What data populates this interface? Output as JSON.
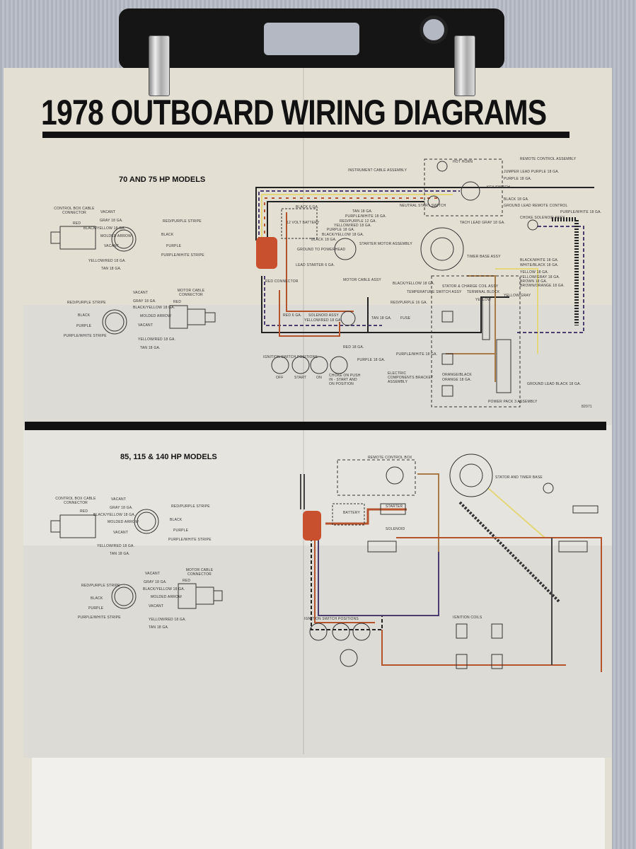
{
  "poster": {
    "title": "1978 OUTBOARD WIRING DIAGRAMS",
    "doc_code": "82071",
    "top_section": {
      "heading": "70 AND 75 HP MODELS",
      "control_box_connector": {
        "title": "CONTROL BOX CABLE CONNECTOR",
        "labels": [
          "RED",
          "VACANT",
          "GRAY 18 GA.",
          "BLACK/YELLOW 18 GA.",
          "MOLDED ARROW",
          "VACANT",
          "YELLOW/RED 18 GA.",
          "TAN 18 GA.",
          "RED/PURPLE STRIPE",
          "BLACK",
          "PURPLE",
          "PURPLE/WHITE STRIPE"
        ]
      },
      "motor_cable_connector": {
        "title": "MOTOR CABLE CONNECTOR",
        "labels": [
          "VACANT",
          "GRAY 18 GA.",
          "BLACK/YELLOW 18 GA.",
          "MOLDED ARROW",
          "VACANT",
          "YELLOW/RED 18 GA.",
          "TAN 18 GA.",
          "RED/PURPLE STRIPE",
          "BLACK",
          "PURPLE",
          "PURPLE/WHITE STRIPE",
          "RED"
        ]
      },
      "wiring_labels": [
        "INSTRUMENT CABLE ASSEMBLY",
        "HOT HORN",
        "REMOTE CONTROL ASSEMBLY",
        "JUMPER LEAD PURPLE 18 GA.",
        "PURPLE 18 GA.",
        "KEY SWITCH",
        "BLACK 18 GA.",
        "GROUND LEAD REMOTE CONTROL",
        "NEUTRAL START SWITCH",
        "TAN 18 GA.",
        "PURPLE/WHITE 18 GA.",
        "RED/PURPLE 12 GA.",
        "YELLOW/RED 18 GA.",
        "PURPLE 18 GA.",
        "BLACK/YELLOW 18 GA.",
        "BLACK 18 GA.",
        "BLACK 6 GA.",
        "12 VOLT BATTERY",
        "STARTER MOTOR ASSEMBLY",
        "GROUND TO POWERHEAD",
        "LEAD STARTER 6 GA.",
        "RED CONNECTOR",
        "MOTOR CABLE ASSY",
        "TACH LEAD GRAY 18 GA.",
        "PURPLE/WHITE 18 GA.",
        "CHOKE SOLENOID ASSY",
        "TIMER BASE ASSY",
        "BLACK/WHITE 18 GA.",
        "WHITE/BLACK 18 GA.",
        "YELLOW 18 GA.",
        "YELLOW/GRAY 18 GA.",
        "BROWN 18 GA.",
        "BROWN/ORANGE 18 GA.",
        "STATOR & CHARGE COIL ASSY",
        "TERMINAL BLOCK",
        "TEMPERATURE SWITCH ASSY",
        "BLACK/YELLOW 18 GA.",
        "RED/PURPLE 16 GA.",
        "RED 6 GA.",
        "SOLENOID ASSY",
        "YELLOW/RED 18 GA.",
        "FUSE",
        "TAN 18 GA.",
        "RED 18 GA.",
        "PURPLE 18 GA.",
        "PURPLE/WHITE 18 GA.",
        "ELECTRIC COMPONENTS BRACKET ASSEMBLY",
        "ORANGE/BLACK",
        "ORANGE 18 GA.",
        "GROUND LEAD BLACK 18 GA.",
        "POWER PACK 3 ASSEMBLY",
        "YELLOW",
        "YELLOW/GRAY"
      ],
      "ignition_positions_title": "IGNITION SWITCH POSITIONS",
      "ignition_positions": [
        "OFF",
        "START",
        "ON",
        "CHOKE ON PUSH IN - START AND ON POSITION"
      ]
    },
    "bottom_section": {
      "heading": "85, 115 & 140 HP MODELS",
      "control_box_connector": {
        "title": "CONTROL BOX CABLE CONNECTOR",
        "labels": [
          "RED",
          "VACANT",
          "GRAY 18 GA.",
          "BLACK/YELLOW 18 GA.",
          "MOLDED ARROW",
          "VACANT",
          "YELLOW/RED 18 GA.",
          "TAN 18 GA.",
          "RED/PURPLE STRIPE",
          "BLACK",
          "PURPLE",
          "PURPLE/WHITE STRIPE"
        ]
      },
      "motor_cable_connector": {
        "title": "MOTOR CABLE CONNECTOR",
        "labels": [
          "VACANT",
          "GRAY 18 GA.",
          "BLACK/YELLOW 18 GA.",
          "MOLDED ARROW",
          "VACANT",
          "YELLOW/RED 18 GA.",
          "TAN 18 GA.",
          "RED/PURPLE STRIPE",
          "BLACK",
          "PURPLE",
          "PURPLE/WHITE STRIPE",
          "RED"
        ]
      },
      "wiring_labels": [
        "REMOTE CONTROL BOX",
        "BATTERY",
        "STARTER",
        "SOLENOID",
        "STATOR AND TIMER BASE",
        "IGNITION COILS",
        "IGNITION SWITCH POSITIONS"
      ]
    }
  },
  "colors": {
    "paper": "#e4dfd3",
    "ink": "#111111",
    "connector": "#c9502e",
    "wire_red": "#b5532c",
    "wire_purple": "#4b3d6e",
    "wire_yellow": "#e3d77a"
  }
}
